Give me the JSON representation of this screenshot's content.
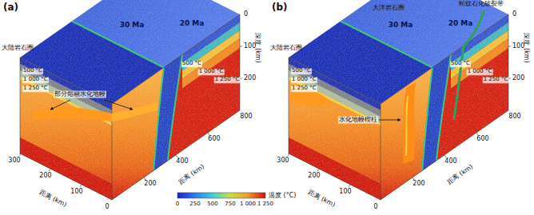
{
  "diagram": {
    "labels": [
      "(a)",
      "大陆岩石圈",
      "500 °C",
      "1 000 °C",
      "1 250 °C",
      "部分熔融水化地幔",
      "30 Ma",
      "20 Ma",
      "500 °C",
      "1 000 °C",
      "1 250 °C",
      "0",
      "100",
      "200",
      "深度 (km)",
      "800",
      "600",
      "400",
      "200",
      "距离 (km)",
      "300",
      "200",
      "100",
      "0",
      "距离 (km)",
      "(b)",
      "大陆岩石圈",
      "500 °C",
      "1 000 °C",
      "1 250 °C",
      "大洋岩石圈",
      "蛇纹石化破裂带",
      "30 Ma",
      "20 Ma",
      "水化地幔楔柱",
      "500 °C",
      "1 000 °C",
      "1 250 °C",
      "0",
      "100",
      "200",
      "深度 (km)",
      "800",
      "600",
      "400",
      "200",
      "距离 (km)",
      "300",
      "200",
      "100",
      "0",
      "距离 (km)",
      "0",
      "250",
      "500",
      "750",
      "1 000",
      "1 250",
      "温度 (°C)"
    ]
  }
}
